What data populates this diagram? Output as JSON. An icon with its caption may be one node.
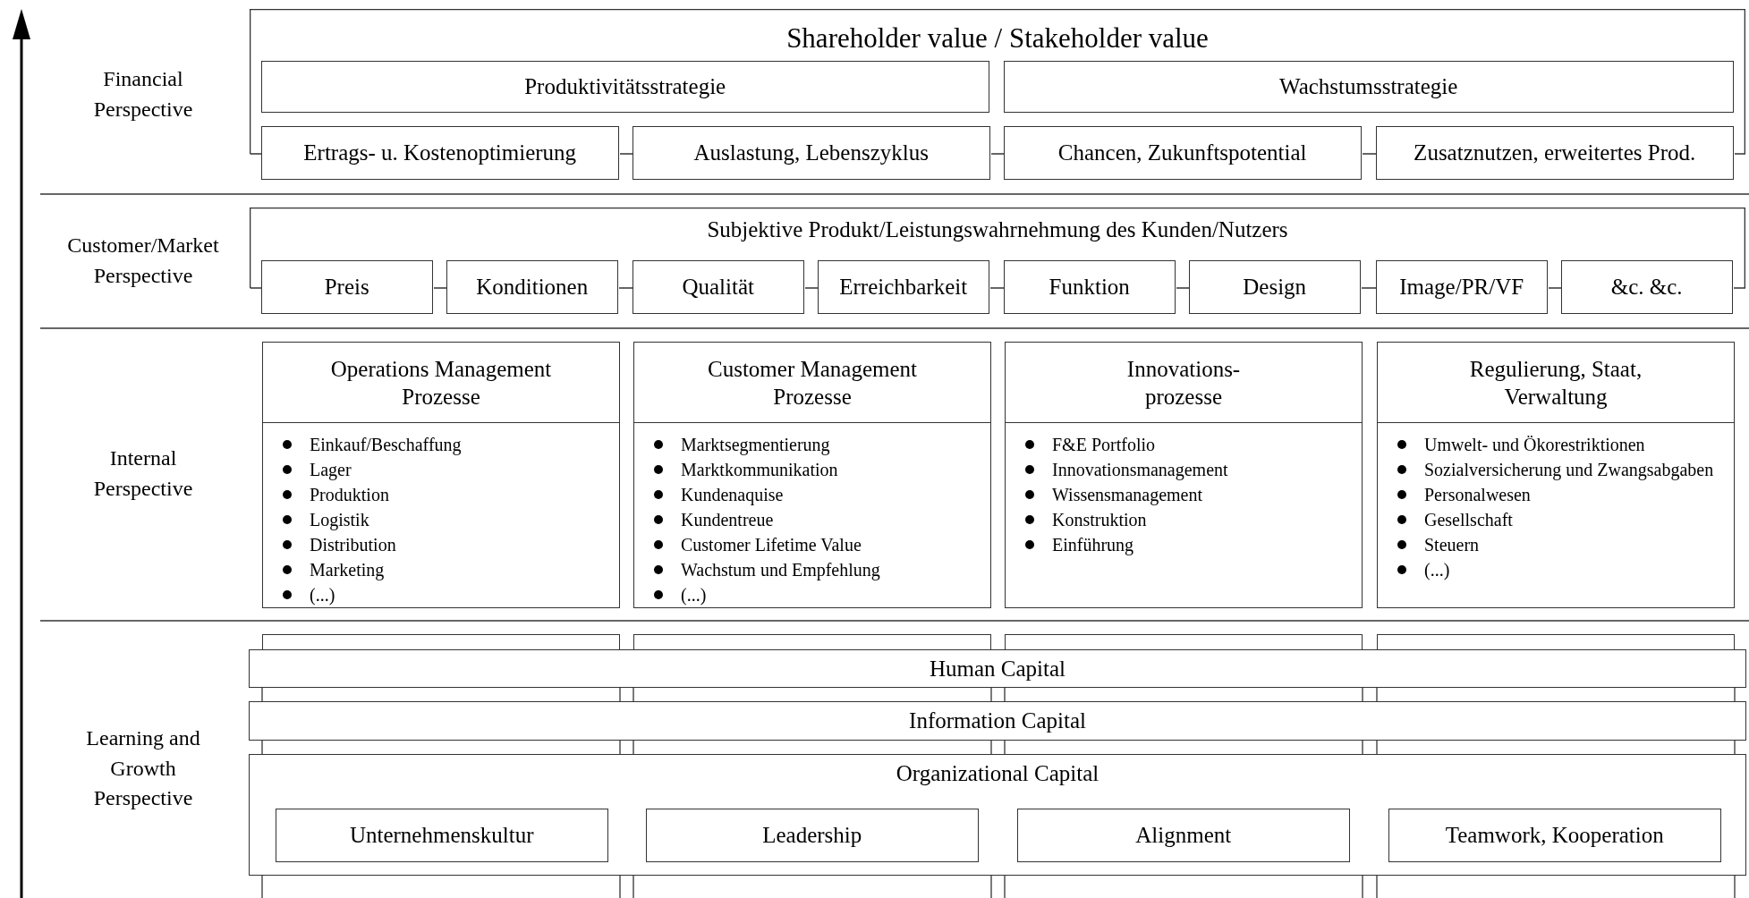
{
  "diagram": {
    "nodes": [
      {
        "text": [
          "Shareholder value / Stakeholder value"
        ]
      },
      {
        "text": [
          "Produktivitätsstrategie"
        ],
        "in": 0
      },
      {
        "text": [
          "Wachstumsstrategie"
        ],
        "in": 0
      },
      {
        "text": [
          "Ertrags- u. Kostenoptimierung"
        ],
        "in": 0
      },
      {
        "text": [
          "Auslastung, Lebenszyklus"
        ],
        "in": 0
      },
      {
        "text": [
          "Chancen, Zukunftspotential"
        ],
        "in": 0
      },
      {
        "text": [
          "Zusatznutzen, erweitertes Prod."
        ],
        "in": 0
      },
      {
        "text": [
          "Subjektive Produkt/Leistungswahrnehmung des Kunden/Nutzers"
        ]
      },
      {
        "text": [
          "Preis"
        ],
        "in": 7
      },
      {
        "text": [
          "Konditionen"
        ],
        "in": 7
      },
      {
        "text": [
          "Qualität"
        ],
        "in": 7
      },
      {
        "text": [
          "Erreichbarkeit"
        ],
        "in": 7
      },
      {
        "text": [
          "Funktion"
        ],
        "in": 7
      },
      {
        "text": [
          "Design"
        ],
        "in": 7
      },
      {
        "text": [
          "Image/PR/VF"
        ],
        "in": 7
      },
      {
        "text": [
          "&c. &c."
        ],
        "in": 7
      },
      {
        "text": [
          "Operations Management Prozesse",
          "Einkauf/Beschaffung",
          "Lager",
          "Produktion",
          "Logistik",
          "Distribution",
          "Marketing",
          "(...)"
        ]
      },
      {
        "text": [
          "Customer Management Prozesse",
          "Marktsegmentierung",
          "Marktkommunikation",
          "Kundenaquise",
          "Kundentreue",
          "Customer Lifetime Value",
          "Wachstum und Empfehlung",
          "(...)"
        ]
      },
      {
        "text": [
          "Innovations- prozesse",
          "F&E Portfolio",
          "Innovationsmanagement",
          "Wissensmanagement",
          "Konstruktion",
          "Einführung"
        ]
      },
      {
        "text": [
          "Regulierung, Staat, Verwaltung",
          "Umwelt- und Ökorestriktionen",
          "Sozialversicherung und Zwangsabgaben",
          "Personalwesen",
          "Gesellschaft",
          "Steuern",
          "(...)"
        ]
      },
      {
        "text": [],
        "shape": "box"
      },
      {
        "text": [],
        "shape": "box"
      },
      {
        "text": [],
        "shape": "box"
      },
      {
        "text": [],
        "shape": "box"
      },
      {
        "text": [
          "Human Capital"
        ]
      },
      {
        "text": [
          "Information Capital"
        ]
      },
      {
        "text": [
          "Organizational Capital"
        ]
      },
      {
        "text": [
          "Unternehmenskultur"
        ],
        "in": 26
      },
      {
        "text": [
          "Leadership"
        ],
        "in": 26
      },
      {
        "text": [
          "Alignment"
        ],
        "in": 26
      },
      {
        "text": [
          "Teamwork, Kooperation"
        ],
        "in": 26
      }
    ],
    "labels": [
      "Financial Perspective",
      "Customer/Market Perspective",
      "Internal Perspective",
      "Learning and Growth Perspective"
    ]
  }
}
